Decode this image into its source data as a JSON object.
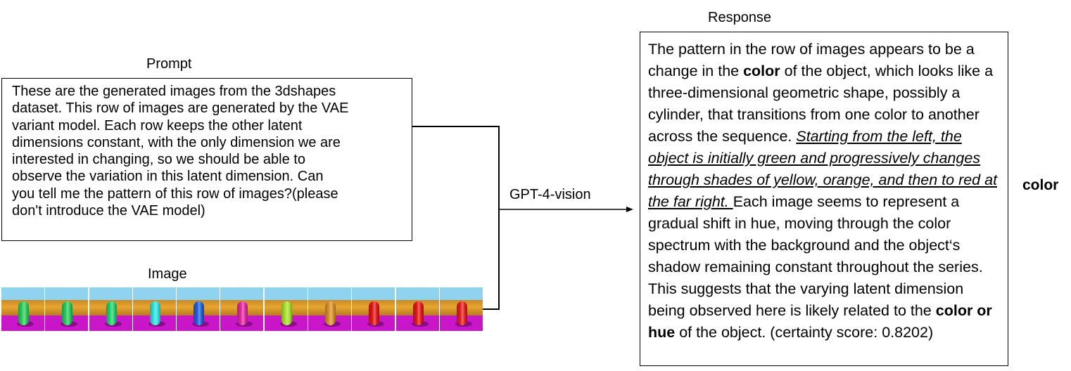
{
  "prompt": {
    "title": "Prompt",
    "lines": [
      "These are the generated images from the 3dshapes",
      "dataset. This row of images are generated by the VAE",
      "variant model. Each row keeps the other latent",
      "dimensions constant, with the only dimension we are",
      "interested in changing, so we should be able to",
      "observe the variation in this latent dimension. Can",
      "you tell me the pattern of this row of images?(please",
      "don't introduce the VAE model)"
    ]
  },
  "image": {
    "title": "Image",
    "object_colors": [
      "#2ecc5a",
      "#27c95c",
      "#22d070",
      "#2fe0dc",
      "#2060d8",
      "#e02aa0",
      "#a8e02a",
      "#d8902a",
      "#e01818",
      "#e01818",
      "#e02020"
    ]
  },
  "arrow_label": "GPT-4-vision",
  "response": {
    "title": "Response",
    "p1_before": "The pattern in the row of images appears to be a change in the ",
    "p1_bold": "color",
    "p1_after": " of the object, which looks like a three-dimensional geometric shape, possibly a cylinder, that transitions from one color to another across the sequence. ",
    "italic_underlined": "Starting from the left, the object is initially green and progressively changes through shades of yellow, orange, and then to red at the far right. ",
    "p2": "Each image seems to represent a gradual shift in hue, moving through the color spectrum with the background and the object‘s shadow remaining constant throughout the series. This suggests that the varying latent dimension being observed here is likely related to the ",
    "bold2": "color or hue",
    "p3": " of the object. (certainty score: 0.8202)"
  },
  "result_label": "color"
}
